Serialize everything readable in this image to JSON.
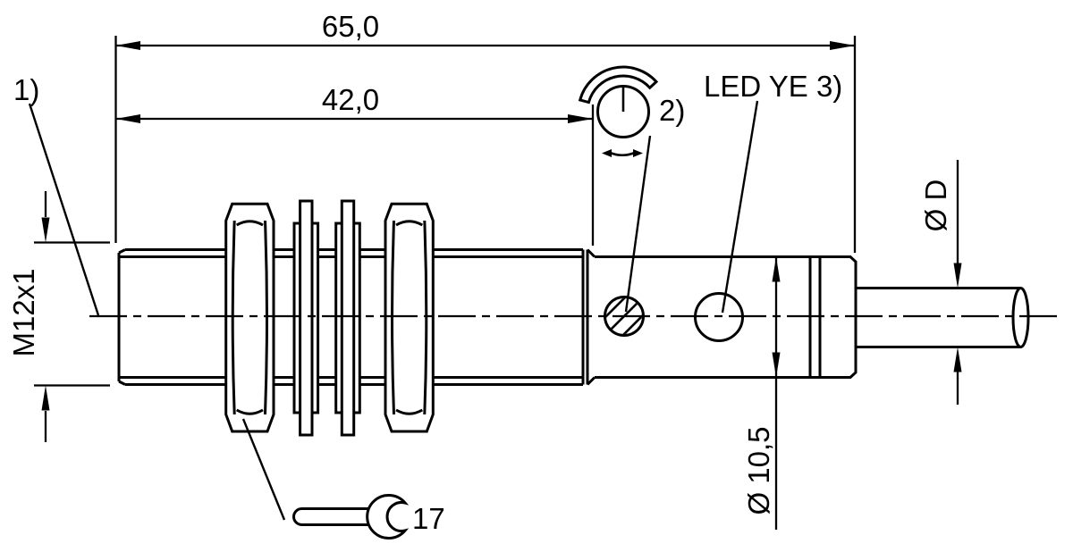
{
  "drawing": {
    "type": "technical-dimension-drawing",
    "subject": "Cylindrical M12 threaded sensor with potentiometer, LED and cable, side view",
    "background_color": "#ffffff",
    "line_color": "#000000",
    "dimensions": {
      "total_length": "65,0",
      "thread_length": "42,0",
      "thread_spec": "M12x1",
      "body_diameter": "Ø 10,5",
      "cable_diameter": "Ø D",
      "wrench_size": "17"
    },
    "callouts": {
      "ref_1": "1)",
      "ref_2": "2)",
      "led_label": "LED YE 3)"
    },
    "icons": {
      "rotation_adjustment": "potentiometer-rotation-icon",
      "wrench": "open-end-wrench-icon"
    }
  }
}
